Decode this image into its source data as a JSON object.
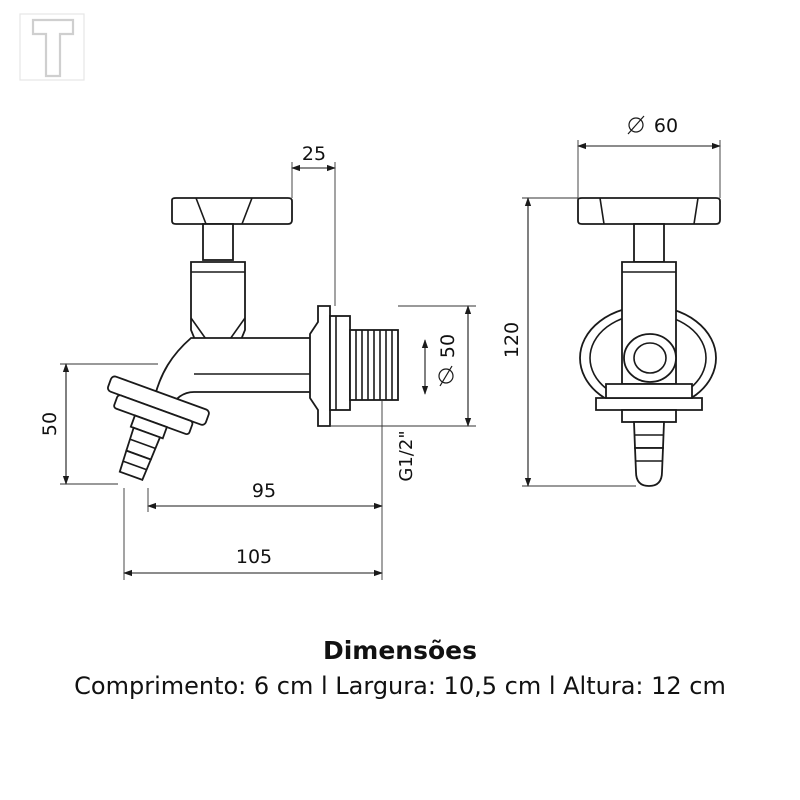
{
  "caption": {
    "title": "Dimensões",
    "details": "Comprimento: 6 cm l  Largura: 10,5 cm l Altura: 12 cm"
  },
  "dimensions": {
    "top_offset": "25",
    "thread_diameter": "50",
    "outlet_height": "50",
    "thread_spec": "G1/2\"",
    "reach": "95",
    "total_length": "105",
    "handle_diameter": "60",
    "total_height": "120"
  },
  "logo": {
    "letter": "T"
  },
  "colors": {
    "line": "#1a1a1a",
    "background": "#ffffff"
  }
}
